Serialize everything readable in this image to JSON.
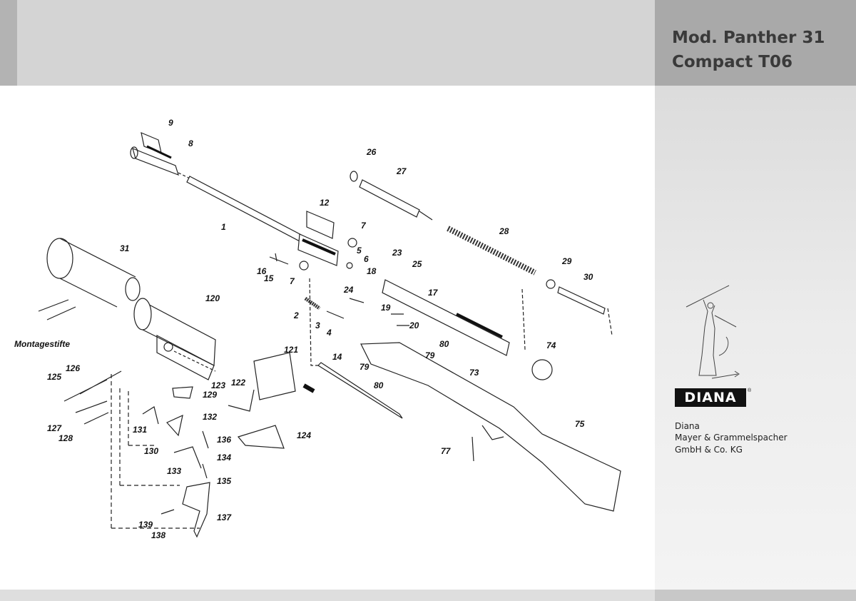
{
  "header": {
    "title_line1": "Mod. Panther 31",
    "title_line2": "Compact T06"
  },
  "company": {
    "logo_text": "DIANA",
    "name": "Diana",
    "line2": "Mayer & Grammelspacher",
    "line3": "GmbH & Co. KG"
  },
  "diagram": {
    "labels": {
      "p1": "1",
      "p2": "2",
      "p3": "3",
      "p4": "4",
      "p5": "5",
      "p6": "6",
      "p7a": "7",
      "p7b": "7",
      "p8": "8",
      "p9": "9",
      "p12": "12",
      "p14": "14",
      "p15": "15",
      "p16": "16",
      "p17": "17",
      "p18": "18",
      "p19": "19",
      "p20": "20",
      "p23": "23",
      "p24": "24",
      "p25": "25",
      "p26": "26",
      "p27": "27",
      "p28": "28",
      "p29": "29",
      "p30": "30",
      "p31": "31",
      "p73": "73",
      "p74": "74",
      "p75": "75",
      "p77": "77",
      "p79a": "79",
      "p79b": "79",
      "p80a": "80",
      "p80b": "80",
      "p120": "120",
      "p121": "121",
      "p122": "122",
      "p123": "123",
      "p124": "124",
      "p125": "125",
      "p126": "126",
      "p127": "127",
      "p128": "128",
      "p129": "129",
      "p130": "130",
      "p131": "131",
      "p132": "132",
      "p133": "133",
      "p134": "134",
      "p135": "135",
      "p136": "136",
      "p137": "137",
      "p138": "138",
      "p139": "139",
      "montage": "Montagestifte"
    }
  }
}
